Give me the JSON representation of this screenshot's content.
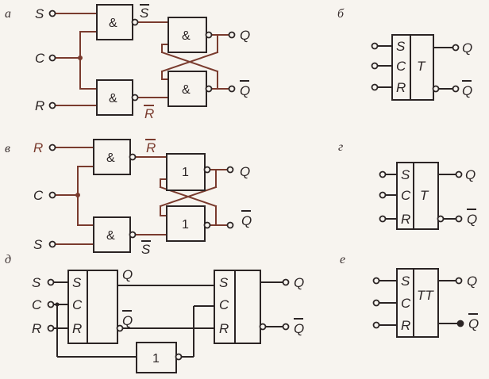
{
  "panels": {
    "a": {
      "letter": "а",
      "in_s": "S",
      "in_c": "C",
      "in_r": "R",
      "sbar": "S",
      "rbar": "R",
      "out_q": "Q",
      "out_qbar": "Q",
      "and": "&"
    },
    "b": {
      "letter": "б",
      "s": "S",
      "c": "C",
      "r": "R",
      "t": "T",
      "out_q": "Q",
      "out_qbar": "Q"
    },
    "v": {
      "letter": "в",
      "in_r": "R",
      "in_c": "C",
      "in_s": "S",
      "rbar": "R",
      "sbar": "S",
      "out_q": "Q",
      "out_qbar": "Q",
      "and": "&",
      "one": "1"
    },
    "g": {
      "letter": "г",
      "s": "S",
      "c": "C",
      "r": "R",
      "t": "T",
      "out_q": "Q",
      "out_qbar": "Q"
    },
    "d": {
      "letter": "д",
      "in_s": "S",
      "in_c": "C",
      "in_r": "R",
      "ff1_s": "S",
      "ff1_c": "C",
      "ff1_r": "R",
      "ff1_q": "Q",
      "ff1_qbar": "Q",
      "ff2_s": "S",
      "ff2_c": "C",
      "ff2_r": "R",
      "out_q": "Q",
      "out_qbar": "Q",
      "inv": "1"
    },
    "e": {
      "letter": "е",
      "s": "S",
      "c": "C",
      "r": "R",
      "tt": "TT",
      "out_q": "Q",
      "out_qbar": "Q"
    }
  }
}
